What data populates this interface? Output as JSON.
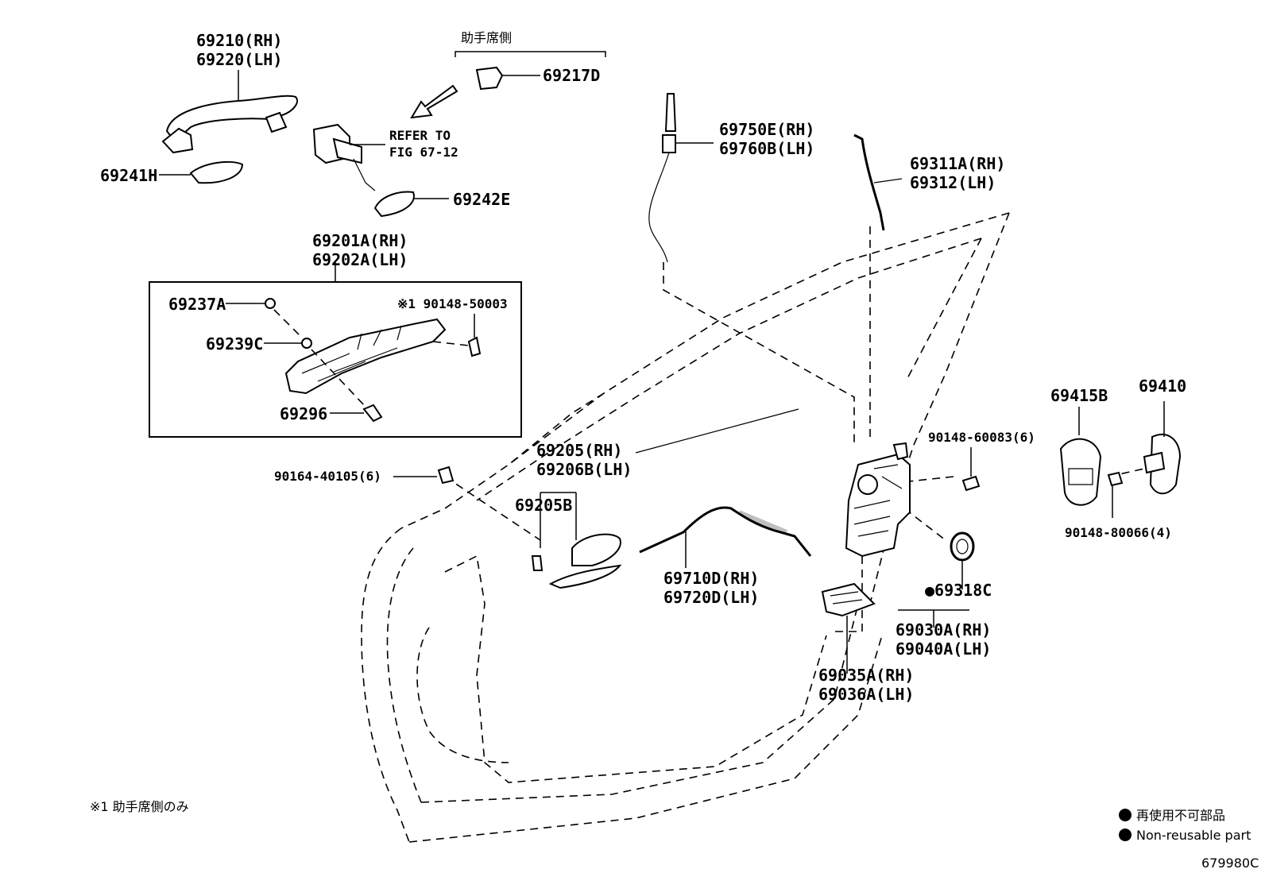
{
  "labels": {
    "p69210": "69210(RH)",
    "p69220": "69220(LH)",
    "p69241H": "69241H",
    "passenger_side": "助手席側",
    "p69217D": "69217D",
    "refer1": "REFER TO",
    "refer2": "FIG 67-12",
    "p69242E": "69242E",
    "p69201A": "69201A(RH)",
    "p69202A": "69202A(LH)",
    "p69237A": "69237A",
    "note_part": "※1 90148-50003",
    "p69239C": "69239C",
    "p69296": "69296",
    "p69750E": "69750E(RH)",
    "p69760B": "69760B(LH)",
    "p69311A": "69311A(RH)",
    "p69312": "69312(LH)",
    "p69205": "69205(RH)",
    "p69206B": "69206B(LH)",
    "p69205B": "69205B",
    "p90164": "90164-40105(6)",
    "p69710D": "69710D(RH)",
    "p69720D": "69720D(LH)",
    "p90148_60083": "90148-60083(6)",
    "p69415B": "69415B",
    "p69410": "69410",
    "p90148_80066": "90148-80066(4)",
    "p69318C": "●69318C",
    "p69030A": "69030A(RH)",
    "p69040A": "69040A(LH)",
    "p69035A": "69035A(RH)",
    "p69036A": "69036A(LH)",
    "footnote": "※1 助手席側のみ",
    "legend_ja": "再使用不可部品",
    "legend_en": "Non-reusable part",
    "figure_code": "679980C"
  }
}
